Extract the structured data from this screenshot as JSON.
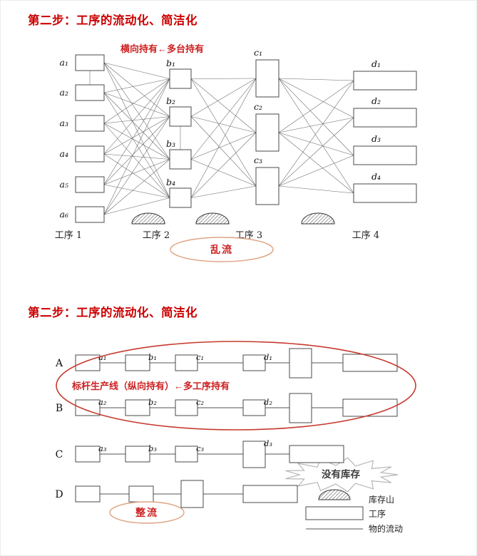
{
  "colors": {
    "title_red": "#cc0000",
    "annotation_red": "#cc2222",
    "orange_ellipse": "#dfa383",
    "red_ellipse": "#c63a2f",
    "line_gray": "#666666"
  },
  "panel1": {
    "title": "第二步：工序的流动化、简洁化",
    "annotation": "横向持有←多台持有",
    "flow_badge": "乱流",
    "columns": [
      {
        "label": "工序 1",
        "nodes": [
          "a₁",
          "a₂",
          "a₃",
          "a₄",
          "a₅",
          "a₆"
        ]
      },
      {
        "label": "工序 2",
        "nodes": [
          "b₁",
          "b₂",
          "b₃",
          "b₄"
        ]
      },
      {
        "label": "工序 3",
        "nodes": [
          "c₁",
          "c₂",
          "c₃"
        ]
      },
      {
        "label": "工序 4",
        "nodes": [
          "d₁",
          "d₂",
          "d₃",
          "d₄"
        ]
      }
    ]
  },
  "panel2": {
    "title": "第二步：工序的流动化、简洁化",
    "annotation": "标杆生产线（纵向持有）←多工序持有",
    "flow_badge": "整流",
    "no_inventory_label": "没有库存",
    "rows": [
      {
        "label": "A",
        "nodes": [
          "a₁",
          "b₁",
          "c₁",
          "d₁"
        ]
      },
      {
        "label": "B",
        "nodes": [
          "a₂",
          "b₂",
          "c₂",
          "d₂"
        ]
      },
      {
        "label": "C",
        "nodes": [
          "a₃",
          "b₃",
          "c₃",
          "d₃"
        ]
      },
      {
        "label": "D",
        "nodes": []
      }
    ],
    "legend": [
      {
        "symbol": "inventory-mound",
        "label": "库存山"
      },
      {
        "symbol": "process-rect",
        "label": "工序"
      },
      {
        "symbol": "flow-line",
        "label": "物的流动"
      }
    ]
  }
}
